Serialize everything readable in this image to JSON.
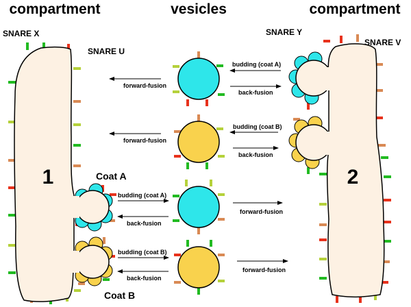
{
  "titles": {
    "left_compartment": "compartment",
    "vesicles": "vesicles",
    "right_compartment": "compartment"
  },
  "compartments": {
    "left_number": "1",
    "right_number": "2"
  },
  "labels": {
    "snare_x": "SNARE X",
    "snare_u": "SNARE U",
    "snare_y": "SNARE Y",
    "snare_v": "SNARE V",
    "coat_a": "Coat A",
    "coat_b": "Coat B"
  },
  "arrows": {
    "r1_left": "forward-fusion",
    "r1_top": "budding (coat A)",
    "r1_bottom": "back-fusion",
    "r2_left": "forward-fusion",
    "r2_top": "budding (coat B)",
    "r2_bottom": "back-fusion",
    "r3_top": "budding (coat A)",
    "r3_bottom": "back-fusion",
    "r3_right": "forward-fusion",
    "r4_top": "budding (coat B)",
    "r4_bottom": "back-fusion",
    "r4_right": "forward-fusion"
  },
  "colors": {
    "coat_a": "#2ee6ea",
    "coat_b": "#f9d24d",
    "snare_x": "#22bb22",
    "snare_u": "#b5d13b",
    "snare_y": "#e8321c",
    "snare_v": "#d98a55",
    "membrane": "#fdf1e3"
  }
}
